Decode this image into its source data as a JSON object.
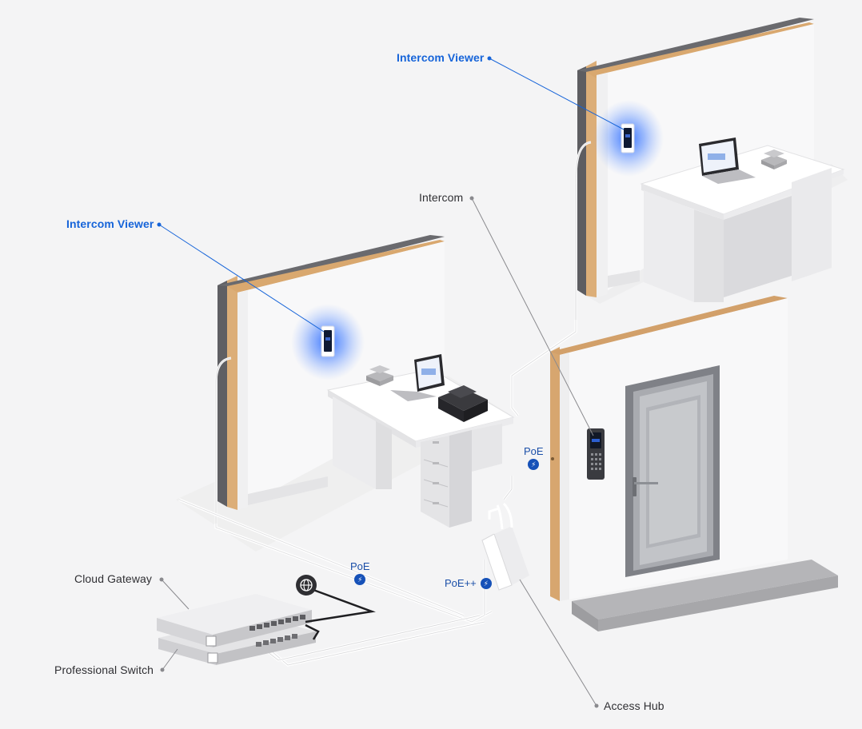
{
  "labels": {
    "intercom_viewer_top": "Intercom Viewer",
    "intercom_viewer_left": "Intercom Viewer",
    "intercom": "Intercom",
    "cloud_gateway": "Cloud Gateway",
    "professional_switch": "Professional Switch",
    "access_hub": "Access Hub"
  },
  "badges": {
    "poe_right": "PoE",
    "poe_middle": "PoE",
    "poe_plus": "PoE++",
    "bolt_icon": "lightning-bolt-icon",
    "globe_icon": "globe-icon"
  },
  "colors": {
    "accent_blue": "#1664d9",
    "glow_blue": "#3d7cff",
    "poe_badge": "#1651b8",
    "label_dark": "#2f2f33",
    "wall": "#f7f7f8",
    "insulation": "#e0b27e",
    "block": "#5f5f63"
  }
}
